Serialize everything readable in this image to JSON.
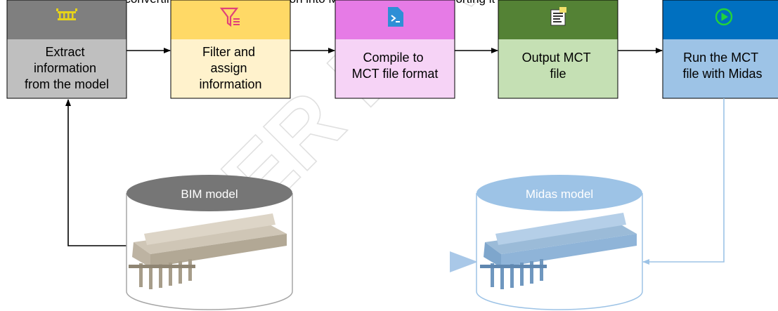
{
  "header_fragment": "...process of converting BIM model information into MCT file format and importing it into Midas...",
  "steps": [
    {
      "label_lines": [
        "Extract",
        "information",
        "from the model"
      ],
      "header_color": "#7f7f7f",
      "body_color": "#bfbfbf",
      "icon": "bridge-structure-icon",
      "icon_color": "#e6d31a"
    },
    {
      "label_lines": [
        "Filter and",
        "assign",
        "information"
      ],
      "header_color": "#ffd966",
      "body_color": "#fff2cc",
      "icon": "filter-icon",
      "icon_color": "#e0407a"
    },
    {
      "label_lines": [
        "Compile to",
        "MCT file format"
      ],
      "header_color": "#e67be6",
      "body_color": "#f6d3f6",
      "icon": "script-file-icon",
      "icon_color": "#2e8fd6"
    },
    {
      "label_lines": [
        "Output MCT",
        "file"
      ],
      "header_color": "#548235",
      "body_color": "#c5e0b4",
      "icon": "document-output-icon",
      "icon_color": "#f2e06b"
    },
    {
      "label_lines": [
        "Run the MCT",
        "file with Midas"
      ],
      "header_color": "#0070c0",
      "body_color": "#9dc3e6",
      "icon": "play-circle-icon",
      "icon_color": "#22d33a"
    }
  ],
  "databases": [
    {
      "label": "BIM model",
      "top_color": "#767676",
      "outline": "#a6a6a6",
      "model_color": "#cfc6b6"
    },
    {
      "label": "Midas model",
      "top_color": "#9dc3e6",
      "outline": "#9dc3e6",
      "model_color": "#9bbbd8"
    }
  ],
  "watermark": "PEER REVIEW"
}
